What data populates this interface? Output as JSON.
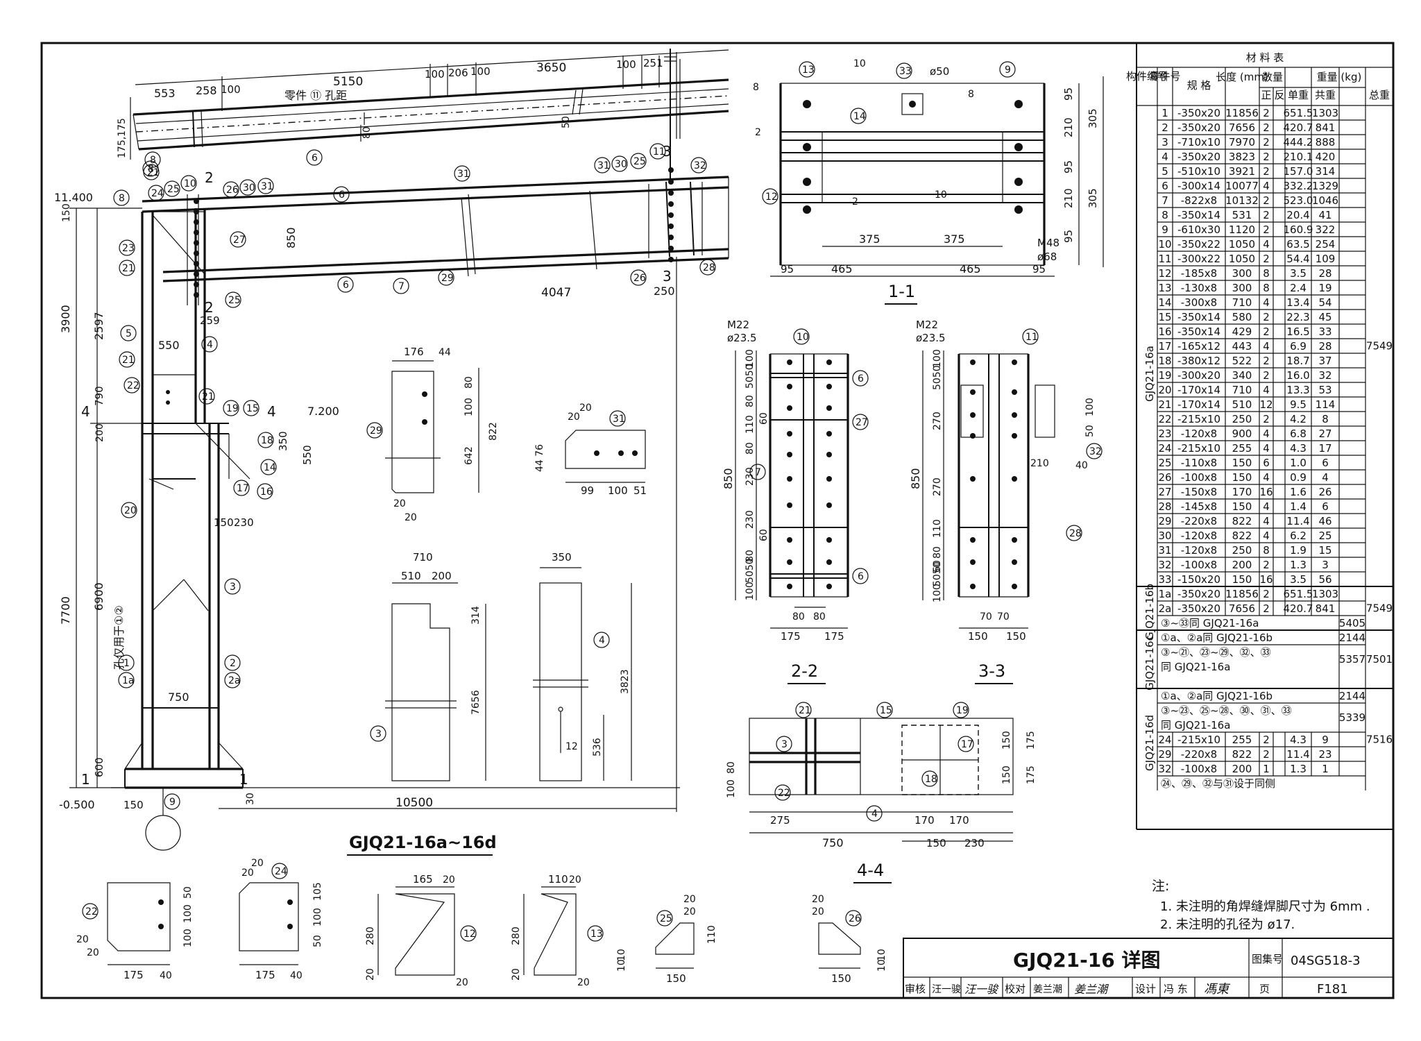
{
  "sheet": {
    "title": "GJQ21-16 详图",
    "atlas_label": "图集号",
    "atlas_no": "04SG518-3",
    "page_label": "页",
    "page_no": "F181",
    "review_label": "审核",
    "reviewer": "汪一骏",
    "check_label": "校对",
    "checker": "姜兰潮",
    "design_label": "设计",
    "designer": "冯 东",
    "sig_reviewer": "汪一骏",
    "sig_checker": "姜兰潮",
    "sig_designer": "馮東"
  },
  "notes": {
    "heading": "注:",
    "items": [
      "1. 未注明的角焊缝焊脚尺寸为 6mm .",
      "2. 未注明的孔径为 ø17."
    ]
  },
  "captions": {
    "main": "GJQ21-16a~16d",
    "s11": "1-1",
    "s22": "2-2",
    "s33": "3-3",
    "s44": "4-4"
  },
  "elevations": {
    "e1": "11.400",
    "e2": "7.200",
    "e3": "-0.500"
  },
  "main_dims": {
    "d5150": "5150",
    "d3650": "3650",
    "d553": "553",
    "d258": "258",
    "d100a": "100",
    "d100b": "100",
    "d206": "206",
    "d100c": "100",
    "d100d": "100",
    "d251": "251",
    "hole_note": "零件 ⑪ 孔距",
    "d175": "175,175",
    "d80": "80",
    "d50": "50",
    "d850": "850",
    "d4047": "4047",
    "d250": "250",
    "d259": "259",
    "d550": "550",
    "d3900": "3900",
    "d2597": "2597",
    "d790": "790",
    "d7700": "7700",
    "d6900": "6900",
    "d750": "750",
    "d600": "600",
    "d150a": "150",
    "d150b": "150",
    "d230": "230",
    "d350": "350",
    "d550b": "550",
    "d10500": "10500",
    "d30": "30",
    "d200": "200",
    "d150c": "150",
    "vtext": "孔仅用于①②"
  },
  "s11_dims": {
    "d95a": "95",
    "d305a": "305",
    "d210a": "210",
    "d95b": "95",
    "d210b": "210",
    "d305b": "305",
    "d95c": "95",
    "d375a": "375",
    "d375b": "375",
    "d95d": "95",
    "d465a": "465",
    "d465b": "465",
    "d95e": "95",
    "bolt": "M48",
    "hole": "ø68",
    "phi50": "ø50",
    "w10a": "10",
    "w10b": "10",
    "w8a": "8",
    "w8b": "8",
    "w2a": "2",
    "w2b": "2"
  },
  "s22_dims": {
    "m22": "M22",
    "phi": "ø23.5",
    "d850": "850",
    "d100a": "100",
    "d5050a": "5050",
    "d80a": "80",
    "d60a": "60",
    "d110a": "110",
    "d80b": "80",
    "d230a": "230",
    "d230b": "230",
    "d80c": "80",
    "d60b": "60",
    "d5050b": "5050",
    "d100b": "100",
    "d175a": "175",
    "d175b": "175",
    "d80x": "80",
    "d80y": "80"
  },
  "s33_dims": {
    "m22": "M22",
    "phi": "ø23.5",
    "d850": "850",
    "d100a": "100",
    "d5050a": "5050",
    "d270a": "270",
    "d270b": "270",
    "d110": "110",
    "d80": "80",
    "d60": "60",
    "d5050b": "5050",
    "d100b": "100",
    "d150a": "150",
    "d150b": "150",
    "d70a": "70",
    "d70b": "70",
    "d210": "210",
    "d40": "40",
    "d100c": "100",
    "d50": "50"
  },
  "s44_dims": {
    "d275": "275",
    "d750": "750",
    "d170a": "170",
    "d170b": "170",
    "d150": "150",
    "d230": "230",
    "d150a": "150",
    "d175a": "175",
    "d150b": "150",
    "d175b": "175",
    "d100": "100",
    "d80": "80"
  },
  "part_dims": {
    "p29_176": "176",
    "p29_44": "44",
    "p29_80": "80",
    "p29_100": "100",
    "p29_642": "642",
    "p29_822": "822",
    "p29_20a": "20",
    "p29_20b": "20",
    "p31_20a": "20",
    "p31_20b": "20",
    "p31_4476": "44 76",
    "p31_99": "99",
    "p31_100": "100",
    "p31_51": "51",
    "p3_710": "710",
    "p3_510": "510",
    "p3_200": "200",
    "p3_314": "314",
    "p3_7656": "7656",
    "p4_350": "350",
    "p4_3823": "3823",
    "p4_536": "536",
    "p4_12": "12",
    "p22_50": "50",
    "p22_100a": "100",
    "p22_100b": "100",
    "p22_175": "175",
    "p22_40": "40",
    "p22_20a": "20",
    "p22_20b": "20",
    "p24_20a": "20",
    "p24_20b": "20",
    "p24_105": "105",
    "p24_100": "100",
    "p24_50": "50",
    "p24_175": "175",
    "p24_40": "40",
    "p12_165": "165",
    "p12_20a": "20",
    "p12_280": "280",
    "p12_20b": "20",
    "p12_20c": "20",
    "p13_110": "110",
    "p13_20a": "20",
    "p13_280": "280",
    "p13_20b": "20",
    "p13_20c": "20",
    "p25_20a": "20",
    "p25_20b": "20",
    "p25_110": "110",
    "p25_150": "150",
    "p25_10a": "10",
    "p25_10b": "10",
    "p26_20a": "20",
    "p26_20b": "20",
    "p26_150": "150",
    "p26_10a": "10",
    "p26_10b": "10"
  },
  "table": {
    "title": "材 料 表",
    "h_member": "构件编号",
    "h_part": "零件号",
    "h_spec": "规 格",
    "h_len": "长度 (mm)",
    "h_qty": "数量",
    "h_pos": "正",
    "h_neg": "反",
    "h_weight": "重量 (kg)",
    "h_unit": "单重",
    "h_sum": "共重",
    "h_total": "总重",
    "group_a": "GJQ21-16a",
    "group_b": "GJQ21-16b",
    "group_c": "GJQ21-16c",
    "group_d": "GJQ21-16d",
    "total_a": "7549",
    "total_b": "7549",
    "total_c": "7501",
    "total_d": "7516",
    "rows_a": [
      [
        "1",
        "-350x20",
        "11856",
        "2",
        "",
        "651.5",
        "1303"
      ],
      [
        "2",
        "-350x20",
        "7656",
        "2",
        "",
        "420.7",
        "841"
      ],
      [
        "3",
        "-710x10",
        "7970",
        "2",
        "",
        "444.2",
        "888"
      ],
      [
        "4",
        "-350x20",
        "3823",
        "2",
        "",
        "210.1",
        "420"
      ],
      [
        "5",
        "-510x10",
        "3921",
        "2",
        "",
        "157.0",
        "314"
      ],
      [
        "6",
        "-300x14",
        "10077",
        "4",
        "",
        "332.2",
        "1329"
      ],
      [
        "7",
        "-822x8",
        "10132",
        "2",
        "",
        "523.0",
        "1046"
      ],
      [
        "8",
        "-350x14",
        "531",
        "2",
        "",
        "20.4",
        "41"
      ],
      [
        "9",
        "-610x30",
        "1120",
        "2",
        "",
        "160.9",
        "322"
      ],
      [
        "10",
        "-350x22",
        "1050",
        "4",
        "",
        "63.5",
        "254"
      ],
      [
        "11",
        "-300x22",
        "1050",
        "2",
        "",
        "54.4",
        "109"
      ],
      [
        "12",
        "-185x8",
        "300",
        "8",
        "",
        "3.5",
        "28"
      ],
      [
        "13",
        "-130x8",
        "300",
        "8",
        "",
        "2.4",
        "19"
      ],
      [
        "14",
        "-300x8",
        "710",
        "4",
        "",
        "13.4",
        "54"
      ],
      [
        "15",
        "-350x14",
        "580",
        "2",
        "",
        "22.3",
        "45"
      ],
      [
        "16",
        "-350x14",
        "429",
        "2",
        "",
        "16.5",
        "33"
      ],
      [
        "17",
        "-165x12",
        "443",
        "4",
        "",
        "6.9",
        "28"
      ],
      [
        "18",
        "-380x12",
        "522",
        "2",
        "",
        "18.7",
        "37"
      ],
      [
        "19",
        "-300x20",
        "340",
        "2",
        "",
        "16.0",
        "32"
      ],
      [
        "20",
        "-170x14",
        "710",
        "4",
        "",
        "13.3",
        "53"
      ],
      [
        "21",
        "-170x14",
        "510",
        "12",
        "",
        "9.5",
        "114"
      ],
      [
        "22",
        "-215x10",
        "250",
        "2",
        "",
        "4.2",
        "8"
      ],
      [
        "23",
        "-120x8",
        "900",
        "4",
        "",
        "6.8",
        "27"
      ],
      [
        "24",
        "-215x10",
        "255",
        "4",
        "",
        "4.3",
        "17"
      ],
      [
        "25",
        "-110x8",
        "150",
        "6",
        "",
        "1.0",
        "6"
      ],
      [
        "26",
        "-100x8",
        "150",
        "4",
        "",
        "0.9",
        "4"
      ],
      [
        "27",
        "-150x8",
        "170",
        "16",
        "",
        "1.6",
        "26"
      ],
      [
        "28",
        "-145x8",
        "150",
        "4",
        "",
        "1.4",
        "6"
      ],
      [
        "29",
        "-220x8",
        "822",
        "4",
        "",
        "11.4",
        "46"
      ],
      [
        "30",
        "-120x8",
        "822",
        "4",
        "",
        "6.2",
        "25"
      ],
      [
        "31",
        "-120x8",
        "250",
        "8",
        "",
        "1.9",
        "15"
      ],
      [
        "32",
        "-100x8",
        "200",
        "2",
        "",
        "1.3",
        "3"
      ],
      [
        "33",
        "-150x20",
        "150",
        "16",
        "",
        "3.5",
        "56"
      ]
    ],
    "rows_b": [
      [
        "1a",
        "-350x20",
        "11856",
        "2",
        "",
        "651.5",
        "1303"
      ],
      [
        "2a",
        "-350x20",
        "7656",
        "2",
        "",
        "420.7",
        "841"
      ]
    ],
    "b_note": "③~㉝同 GJQ21-16a",
    "b_note_w": "5405",
    "c_note1": "①a、②a同 GJQ21-16b",
    "c_note1_w": "2144",
    "c_note2a": "③~㉑、㉓~㉙、㉜、㉝",
    "c_note2b": "同 GJQ21-16a",
    "c_note2_w": "5357",
    "d_note1": "①a、②a同 GJQ21-16b",
    "d_note1_w": "2144",
    "d_note2a": "③~㉓、㉕~㉘、㉚、㉛、㉝",
    "d_note2b": "同 GJQ21-16a",
    "d_note2_w": "5339",
    "rows_d": [
      [
        "24",
        "-215x10",
        "255",
        "2",
        "",
        "4.3",
        "9"
      ],
      [
        "29",
        "-220x8",
        "822",
        "2",
        "",
        "11.4",
        "23"
      ],
      [
        "32",
        "-100x8",
        "200",
        "1",
        "",
        "1.3",
        "1"
      ]
    ],
    "d_last": "㉔、㉙、㉜与㉛设于同侧"
  }
}
